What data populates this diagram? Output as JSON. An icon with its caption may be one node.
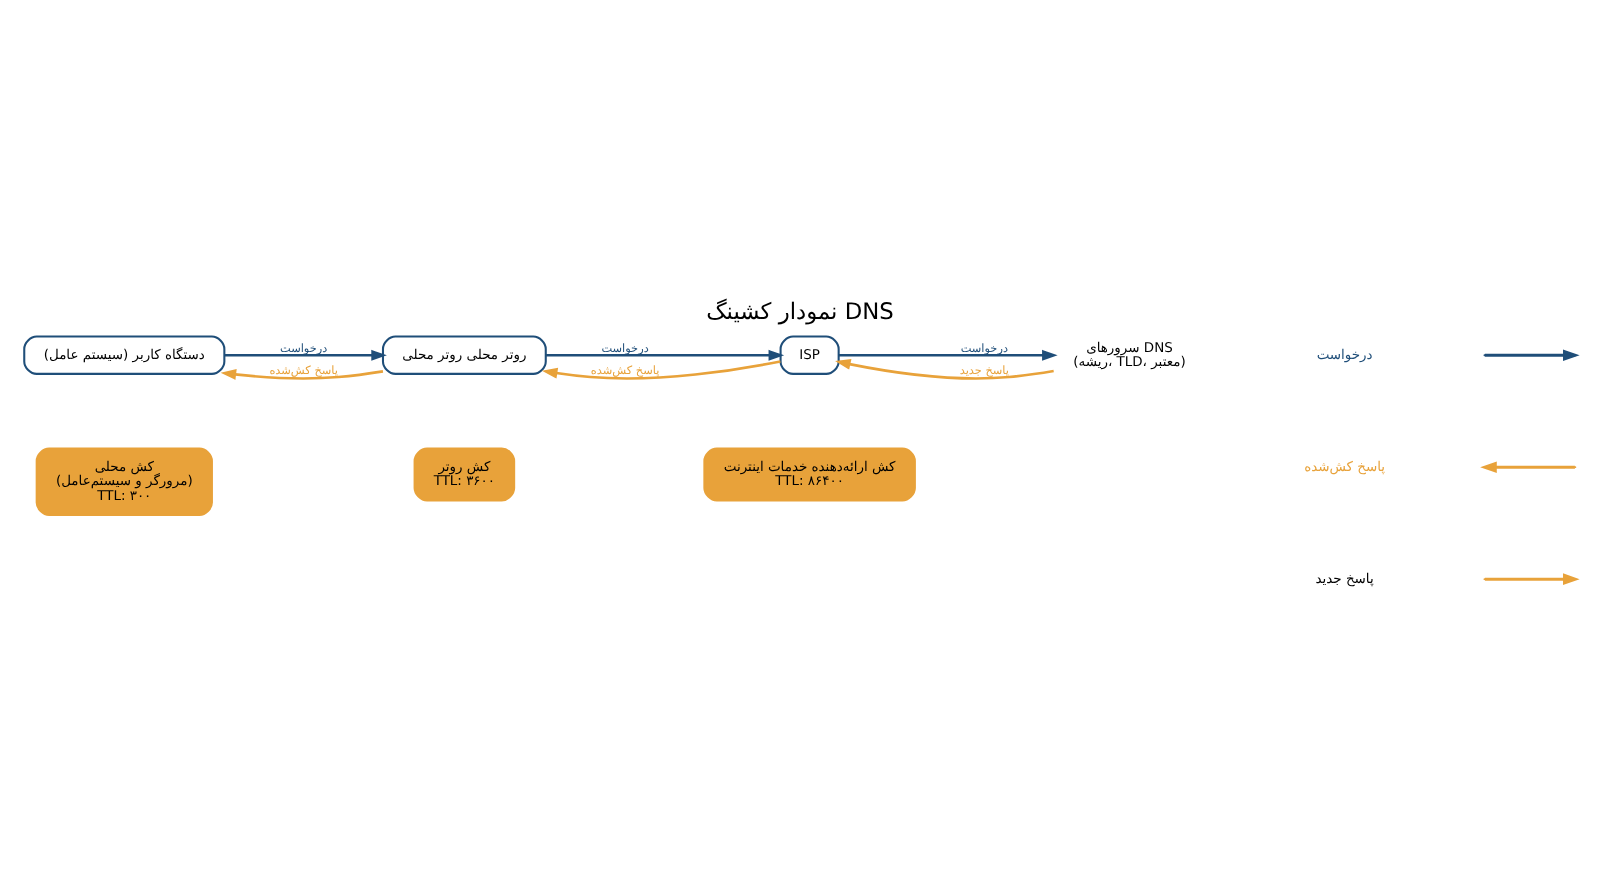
{
  "diagram": {
    "title": "نمودار کشینگ DNS",
    "nodes": [
      {
        "text": [
          "دستگاه کاربر (سیستم عامل)"
        ]
      },
      {
        "text": [
          "روتر محلی روتر محلی"
        ]
      },
      {
        "text": [
          "ISP"
        ]
      },
      {
        "text": [
          "سرورهای DNS",
          "(ریشه، TLD، معتبر)"
        ]
      },
      {
        "text": [
          "کش محلی",
          "(مرورگر و سیستم‌عامل)",
          "TTL: ۳۰۰"
        ]
      },
      {
        "text": [
          "کش روتر",
          "TTL: ۳۶۰۰"
        ]
      },
      {
        "text": [
          "کش ارائه‌دهنده خدمات اینترنت",
          "TTL: ۸۶۴۰۰"
        ]
      }
    ],
    "edges": [
      {
        "from": 0,
        "to": 1,
        "arrow": "to",
        "label": "درخواست",
        "color": "#1f4e79"
      },
      {
        "from": 1,
        "to": 0,
        "arrow": "to",
        "label": "پاسخ کش‌شده",
        "color": "#e8a23a"
      },
      {
        "from": 1,
        "to": 2,
        "arrow": "to",
        "label": "درخواست",
        "color": "#1f4e79"
      },
      {
        "from": 2,
        "to": 1,
        "arrow": "to",
        "label": "پاسخ کش‌شده",
        "color": "#e8a23a"
      },
      {
        "from": 2,
        "to": 3,
        "arrow": "to",
        "label": "درخواست",
        "color": "#1f4e79"
      },
      {
        "from": 3,
        "to": 2,
        "arrow": "to",
        "label": "پاسخ جدید",
        "color": "#e8a23a"
      }
    ],
    "legend": [
      {
        "text": "درخواست"
      },
      {
        "text": "پاسخ کش‌شده"
      },
      {
        "text": "پاسخ جدید"
      }
    ]
  }
}
